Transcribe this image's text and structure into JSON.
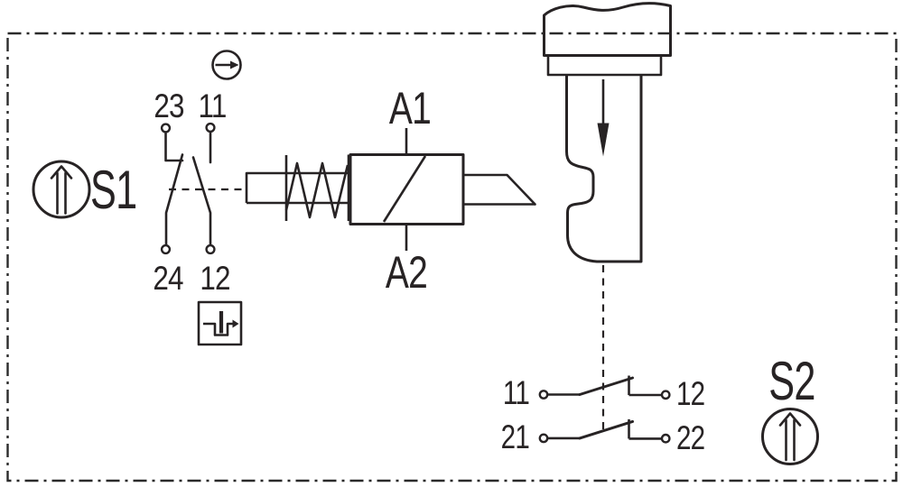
{
  "diagram": {
    "title_semantic": "solenoid-interlock-safety-switch-schematic",
    "colors": {
      "background": "#ffffff",
      "line": "#272324"
    },
    "s1": {
      "label": "S1",
      "actuation_icon": "double-shaft-up-arrow-in-circle",
      "direction_icon": "right-arrow-in-circle",
      "plunger_icon": "plunger-step-arrow-symbol",
      "terminals": {
        "no_top": "23",
        "no_bottom": "24",
        "nc_top": "11",
        "nc_bottom": "12"
      }
    },
    "solenoid": {
      "coil_top": "A1",
      "coil_bottom": "A2"
    },
    "s2": {
      "label": "S2",
      "actuation_icon": "double-shaft-up-arrow-in-circle",
      "contacts": {
        "row1_left": "11",
        "row1_right": "12",
        "row2_left": "21",
        "row2_right": "22"
      }
    }
  }
}
